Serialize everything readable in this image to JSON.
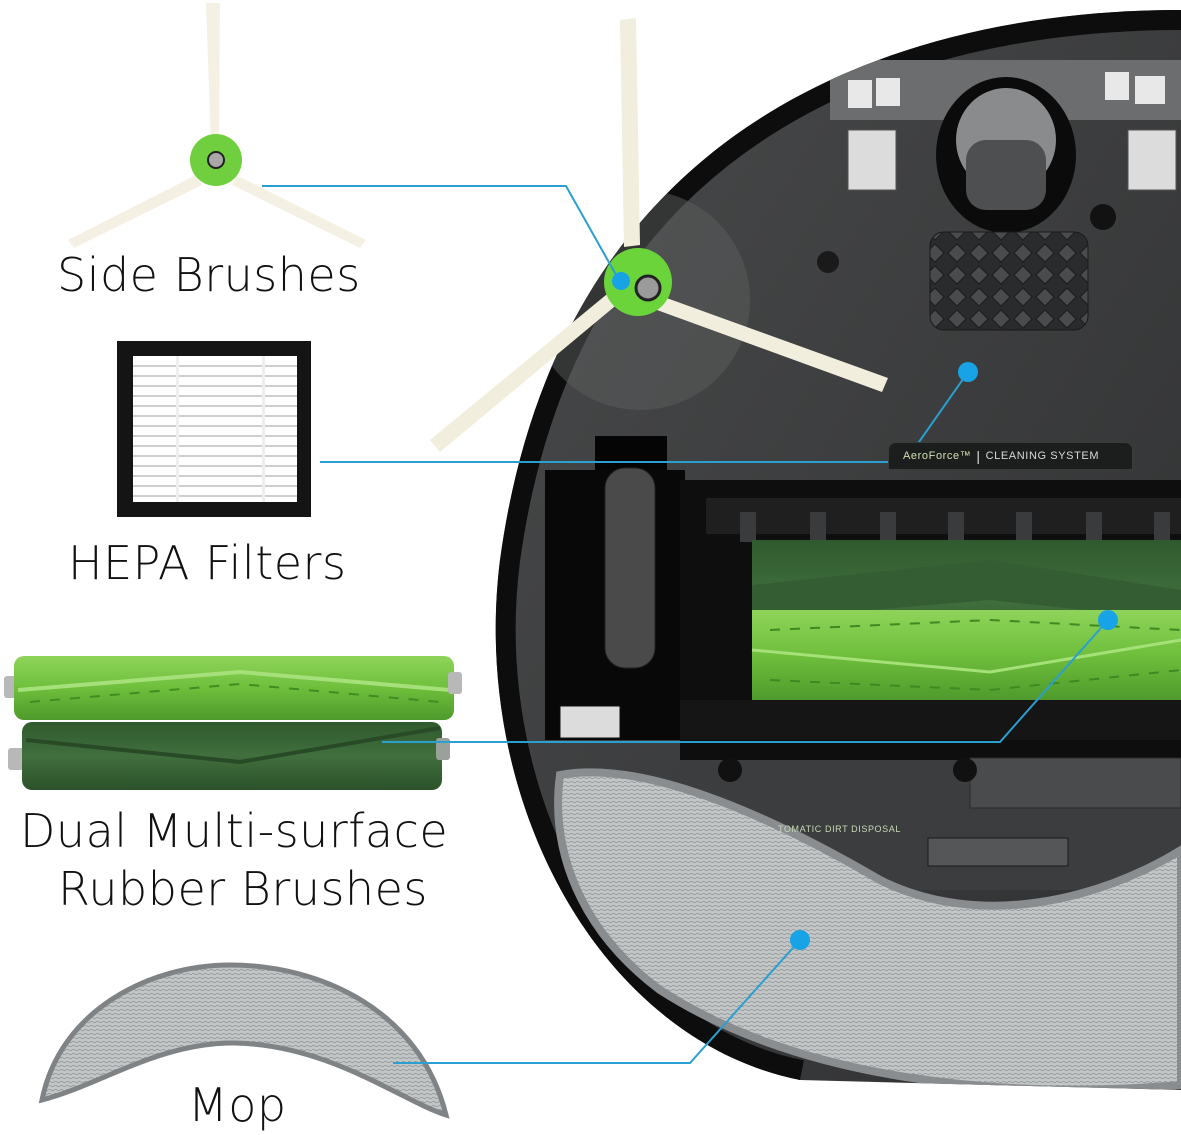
{
  "labels": {
    "side_brushes": "Side Brushes",
    "hepa_filters": "HEPA Filters",
    "dual_line1": "Dual Multi-surface",
    "dual_line2": "Rubber Brushes",
    "mop": "Mop"
  },
  "robot_markings": {
    "aeroforce": "AeroForce™",
    "separator": "|",
    "cleaning_system": "CLEANING SYSTEM",
    "dirt_disposal": "TOMATIC DIRT DISPOSAL"
  },
  "colors": {
    "callout_line": "#2a9fd0",
    "callout_dot": "#17a3e6",
    "brush_green_light": "#7cc84a",
    "brush_green_dark": "#3e6b3a",
    "side_brush_hub": "#6bd43a",
    "robot_body": "#3c3d3e",
    "robot_rim": "#111111",
    "mop_gray": "#b9bcbd"
  }
}
